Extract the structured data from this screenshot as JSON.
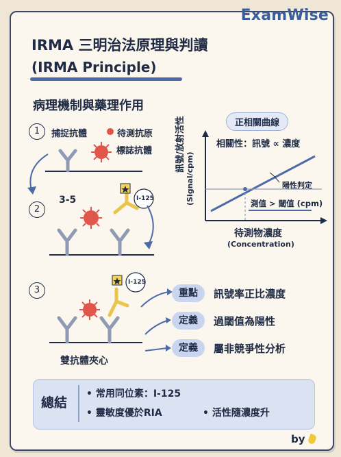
{
  "brand": "ExamWise",
  "title_line1": "IRMA 三明治法原理與判讀",
  "title_line2": "(IRMA Principle)",
  "section_title": "病理機制與藥理作用",
  "diagram": {
    "step1_num": "1",
    "step2_num": "2",
    "step3_num": "3",
    "capture_label": "捕捉抗體",
    "target_label": "待測抗原",
    "tracer_label": "標誌抗體",
    "time_label": "3-5",
    "isotope_tag_1": "I-125",
    "isotope_tag_2": "I-125",
    "sandwich_label": "雙抗體夾心"
  },
  "graph": {
    "title": "正相關曲線",
    "ylabel_zh": "訊號/放射活性",
    "ylabel_en": "(Signal/cpm)",
    "xlabel_zh": "待測物濃度",
    "xlabel_en": "(Concentration)",
    "relation": "相關性：訊號 ∝ 濃度",
    "positive_label": "陽性判定",
    "threshold_label": "測值 > 閾值 (cpm)"
  },
  "key_points": [
    {
      "tag": "重點",
      "text": "訊號率正比濃度"
    },
    {
      "tag": "定義",
      "text": "過閾值為陽性"
    },
    {
      "tag": "定義",
      "text": "屬非競爭性分析"
    }
  ],
  "summary": {
    "label": "總結",
    "items": [
      "常用同位素：I-125",
      "靈敏度優於RIA",
      "活性隨濃度升"
    ]
  },
  "byline": "by",
  "colors": {
    "accent": "#4d6aa8",
    "antigen": "#e0564a",
    "tracer": "#e9c64b",
    "antibody": "#8f9bb5"
  }
}
